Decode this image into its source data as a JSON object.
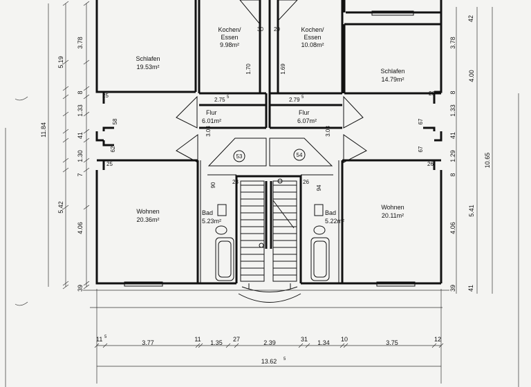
{
  "rooms": {
    "schlafen_left": {
      "name": "Schlafen",
      "area": "19.53m²"
    },
    "schlafen_right": {
      "name": "Schlafen",
      "area": "14.79m²"
    },
    "kochen_left": {
      "name": "Kochen/",
      "name2": "Essen",
      "area": "9.98m²"
    },
    "kochen_right": {
      "name": "Kochen/",
      "name2": "Essen",
      "area": "10.08m²"
    },
    "flur_left": {
      "name": "Flur",
      "area": "6.01m²"
    },
    "flur_right": {
      "name": "Flur",
      "area": "6.07m²"
    },
    "wohnen_left": {
      "name": "Wohnen",
      "area": "20.36m²"
    },
    "wohnen_right": {
      "name": "Wohnen",
      "area": "20.11m²"
    },
    "bad_left": {
      "name": "Bad",
      "area": "5.23m²"
    },
    "bad_right": {
      "name": "Bad",
      "area": "5.22m²"
    }
  },
  "markers": {
    "left": "53",
    "right": "54"
  },
  "left_dims": {
    "outer": "11.84",
    "upper": "5.19",
    "lower": "5.42",
    "r1": "3.78",
    "r2": "8",
    "r3": "1.33",
    "r4": "41",
    "r5": "1.30",
    "r6": "7",
    "r7": "4.06",
    "r8": "39"
  },
  "right_dims": {
    "outer": "10.65",
    "upper": "4.00",
    "lower": "5.41",
    "r0": "42",
    "r1": "3.78",
    "r2": "8",
    "r3": "1.33",
    "r4": "41",
    "r5": "1.29",
    "r6": "8",
    "r7": "4.06",
    "r8": "39",
    "r9": "41"
  },
  "interior_dims": {
    "d25a": "25",
    "d58": "58",
    "d62": "62",
    "d25b": "25",
    "d30": "30",
    "d29": "29",
    "d170": "1.70",
    "d169": "1.69",
    "d275": "2.75",
    "d279": "2.79",
    "d303a": "3.03",
    "d303b": "3.03",
    "d26a": "26",
    "d67a": "67",
    "d67b": "67",
    "d26b": "26",
    "d90": "90",
    "d28a": "28",
    "d26c": "26",
    "d94": "94"
  },
  "bottom_dims": [
    "11",
    "3.77",
    "11",
    "1.35",
    "27",
    "2.39",
    "31",
    "1.34",
    "10",
    "3.75",
    "12"
  ],
  "bottom_dims_sup": {
    "first": "5",
    "total": "5",
    "d275": "5",
    "d279": "5"
  },
  "total_width": "13.62"
}
